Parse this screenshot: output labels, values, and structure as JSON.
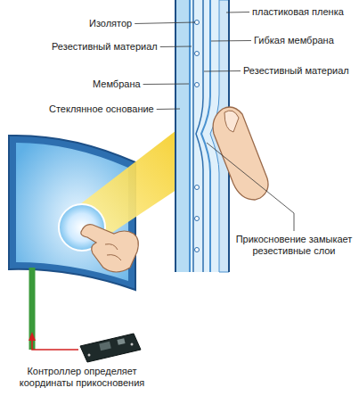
{
  "diagram": {
    "labels": [
      "Изолятор",
      "пластиковая пленка",
      "Резестивный материал",
      "Гибкая мембрана",
      "Мембрана",
      "Резестивный материал",
      "Стеклянное основание",
      "Прикосновение замыкает резестивные слои",
      "Контроллер определяет координаты прикосновения"
    ]
  }
}
